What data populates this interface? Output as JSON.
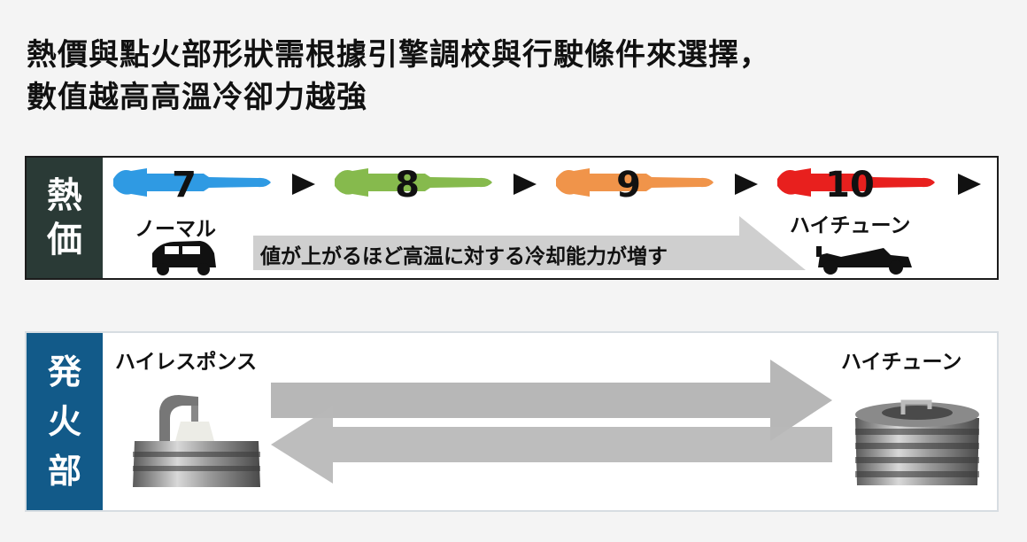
{
  "headline": {
    "line1": "熱價與點火部形狀需根據引擎調校與行駛條件來選擇，",
    "line2": "數值越高高溫冷卻力越強"
  },
  "heat_panel": {
    "side_label_1": "熱",
    "side_label_2": "価",
    "plugs": [
      {
        "number": "7",
        "color": "#2f9ae3"
      },
      {
        "number": "8",
        "color": "#86ba4d"
      },
      {
        "number": "9",
        "color": "#f0944a"
      },
      {
        "number": "10",
        "color": "#e8201e"
      }
    ],
    "left_caption": "ノーマル",
    "right_caption": "ハイチューン",
    "arrow_text": "値が上がるほど高温に対する冷却能力が増す",
    "arrow_color": "#cfcfcf"
  },
  "fire_panel": {
    "side_label_1": "発",
    "side_label_2": "火",
    "side_label_3": "部",
    "left_caption": "ハイレスポンス",
    "right_caption": "ハイチューン",
    "arrow_color": "#b7b7b7"
  }
}
